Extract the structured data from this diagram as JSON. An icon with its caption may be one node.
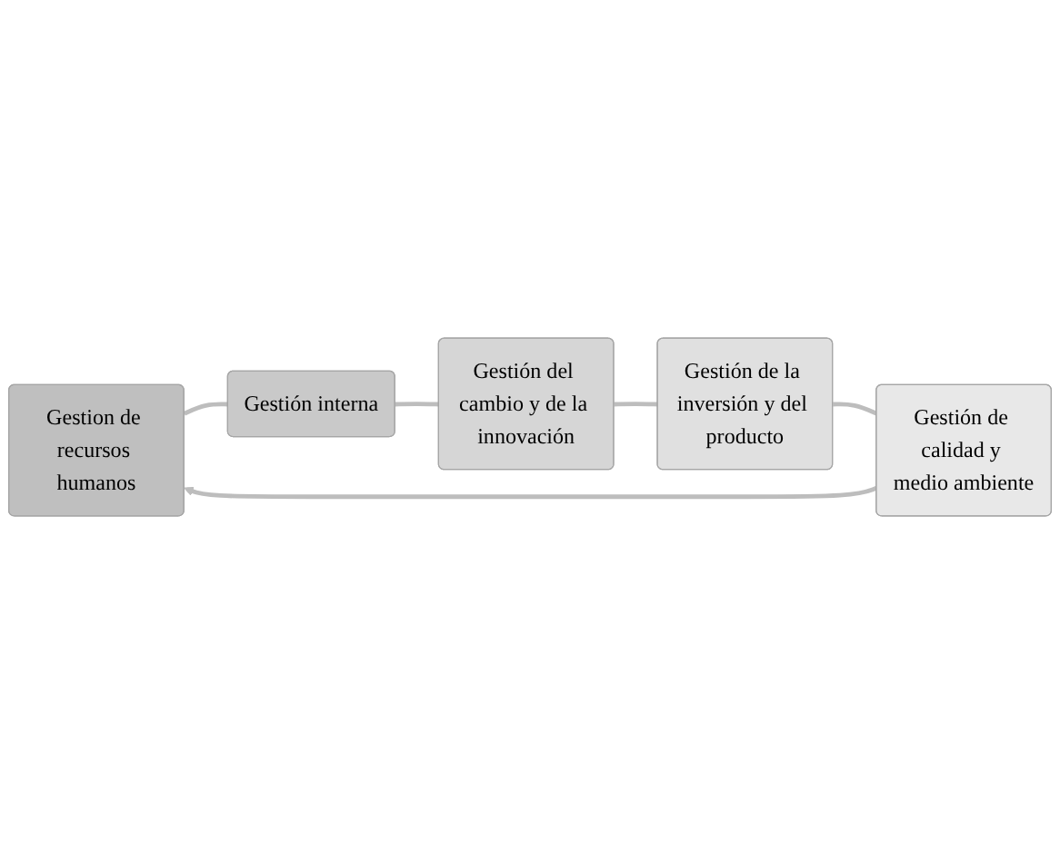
{
  "diagram": {
    "nodes": [
      {
        "text": [
          "Gestion de recursos humanos"
        ]
      },
      {
        "text": [
          "Gestión interna"
        ]
      },
      {
        "text": [
          "Gestión del cambio y de la innovación"
        ]
      },
      {
        "text": [
          "Gestión de la inversión y del producto"
        ]
      },
      {
        "text": [
          "Gestión de calidad y medio ambiente"
        ]
      }
    ],
    "edges": [
      {
        "from": 0,
        "to": 1,
        "arrow": "none"
      },
      {
        "from": 1,
        "to": 2,
        "arrow": "none"
      },
      {
        "from": 2,
        "to": 3,
        "arrow": "none"
      },
      {
        "from": 3,
        "to": 4,
        "arrow": "none"
      },
      {
        "from": 4,
        "to": 0,
        "arrow": "to"
      }
    ]
  }
}
